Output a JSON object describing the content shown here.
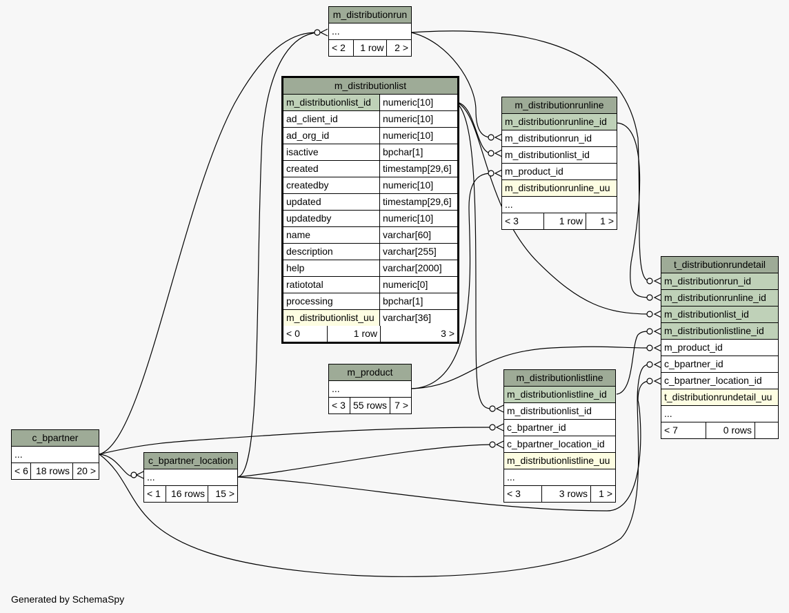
{
  "footer": "Generated by SchemaSpy",
  "tables": {
    "m_distributionrun": {
      "name": "m_distributionrun",
      "rows": [
        "..."
      ],
      "nav": [
        "< 2",
        "1 row",
        "2 >"
      ]
    },
    "m_distributionlist": {
      "name": "m_distributionlist",
      "columns": [
        {
          "name": "m_distributionlist_id",
          "type": "numeric[10]"
        },
        {
          "name": "ad_client_id",
          "type": "numeric[10]"
        },
        {
          "name": "ad_org_id",
          "type": "numeric[10]"
        },
        {
          "name": "isactive",
          "type": "bpchar[1]"
        },
        {
          "name": "created",
          "type": "timestamp[29,6]"
        },
        {
          "name": "createdby",
          "type": "numeric[10]"
        },
        {
          "name": "updated",
          "type": "timestamp[29,6]"
        },
        {
          "name": "updatedby",
          "type": "numeric[10]"
        },
        {
          "name": "name",
          "type": "varchar[60]"
        },
        {
          "name": "description",
          "type": "varchar[255]"
        },
        {
          "name": "help",
          "type": "varchar[2000]"
        },
        {
          "name": "ratiototal",
          "type": "numeric[0]"
        },
        {
          "name": "processing",
          "type": "bpchar[1]"
        },
        {
          "name": "m_distributionlist_uu",
          "type": "varchar[36]"
        }
      ],
      "nav": [
        "< 0",
        "1 row",
        "3 >"
      ]
    },
    "m_distributionrunline": {
      "name": "m_distributionrunline",
      "rows": [
        "m_distributionrunline_id",
        "m_distributionrun_id",
        "m_distributionlist_id",
        "m_product_id",
        "m_distributionrunline_uu",
        "..."
      ],
      "nav": [
        "< 3",
        "1 row",
        "1 >"
      ]
    },
    "t_distributionrundetail": {
      "name": "t_distributionrundetail",
      "rows": [
        "m_distributionrun_id",
        "m_distributionrunline_id",
        "m_distributionlist_id",
        "m_distributionlistline_id",
        "m_product_id",
        "c_bpartner_id",
        "c_bpartner_location_id",
        "t_distributionrundetail_uu",
        "..."
      ],
      "nav": [
        "< 7",
        "0 rows",
        ""
      ]
    },
    "m_product": {
      "name": "m_product",
      "rows": [
        "..."
      ],
      "nav": [
        "< 3",
        "55 rows",
        "7 >"
      ]
    },
    "m_distributionlistline": {
      "name": "m_distributionlistline",
      "rows": [
        "m_distributionlistline_id",
        "m_distributionlist_id",
        "c_bpartner_id",
        "c_bpartner_location_id",
        "m_distributionlistline_uu",
        "..."
      ],
      "nav": [
        "< 3",
        "3 rows",
        "1 >"
      ]
    },
    "c_bpartner": {
      "name": "c_bpartner",
      "rows": [
        "..."
      ],
      "nav": [
        "< 6",
        "18 rows",
        "20 >"
      ]
    },
    "c_bpartner_location": {
      "name": "c_bpartner_location",
      "rows": [
        "..."
      ],
      "nav": [
        "< 1",
        "16 rows",
        "15 >"
      ]
    }
  }
}
